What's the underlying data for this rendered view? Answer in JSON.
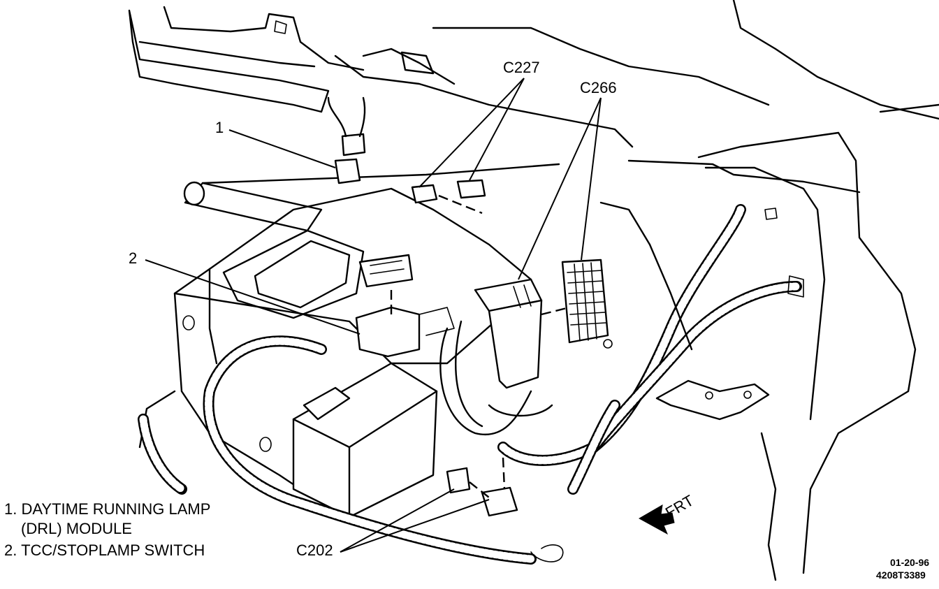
{
  "callouts": {
    "item1": "1",
    "item2": "2",
    "c227": "C227",
    "c266": "C266",
    "c202": "C202",
    "frt": "FRT"
  },
  "legend": [
    "1. DAYTIME RUNNING LAMP",
    "(DRL) MODULE",
    "2. TCC/STOPLAMP SWITCH"
  ],
  "figure_id": {
    "date": "01-20-96",
    "code": "4208T3389"
  }
}
